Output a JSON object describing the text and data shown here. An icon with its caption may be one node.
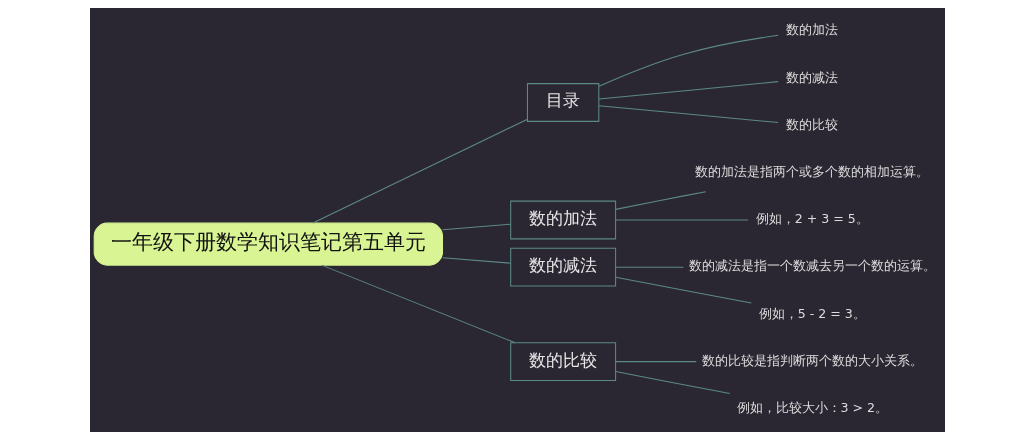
{
  "diagram": {
    "nodes": [
      {
        "text": [
          "一年级下册数学知识笔记第五单元"
        ]
      },
      {
        "text": [
          "目录"
        ]
      },
      {
        "text": [
          "数的加法"
        ]
      },
      {
        "text": [
          "数的减法"
        ]
      },
      {
        "text": [
          "数的比较"
        ]
      },
      {
        "text": [
          "数的加法"
        ]
      },
      {
        "text": [
          "数的加法是指两个或多个数的相加运算。"
        ]
      },
      {
        "text": [
          "例如，2 + 3 = 5。"
        ]
      },
      {
        "text": [
          "数的减法"
        ]
      },
      {
        "text": [
          "数的减法是指一个数减去另一个数的运算。"
        ]
      },
      {
        "text": [
          "例如，5 - 2 = 3。"
        ]
      },
      {
        "text": [
          "数的比较"
        ]
      },
      {
        "text": [
          "数的比较是指判断两个数的大小关系。"
        ]
      },
      {
        "text": [
          "例如，比较大小：3 > 2。"
        ]
      }
    ],
    "edges": [
      {
        "from": 0,
        "to": 1,
        "arrow": "none"
      },
      {
        "from": 1,
        "to": 2,
        "arrow": "none"
      },
      {
        "from": 1,
        "to": 3,
        "arrow": "none"
      },
      {
        "from": 1,
        "to": 4,
        "arrow": "none"
      },
      {
        "from": 0,
        "to": 5,
        "arrow": "none"
      },
      {
        "from": 5,
        "to": 6,
        "arrow": "none"
      },
      {
        "from": 5,
        "to": 7,
        "arrow": "none"
      },
      {
        "from": 0,
        "to": 8,
        "arrow": "none"
      },
      {
        "from": 8,
        "to": 9,
        "arrow": "none"
      },
      {
        "from": 8,
        "to": 10,
        "arrow": "none"
      },
      {
        "from": 0,
        "to": 11,
        "arrow": "none"
      },
      {
        "from": 11,
        "to": 12,
        "arrow": "none"
      },
      {
        "from": 11,
        "to": 13,
        "arrow": "none"
      }
    ]
  }
}
